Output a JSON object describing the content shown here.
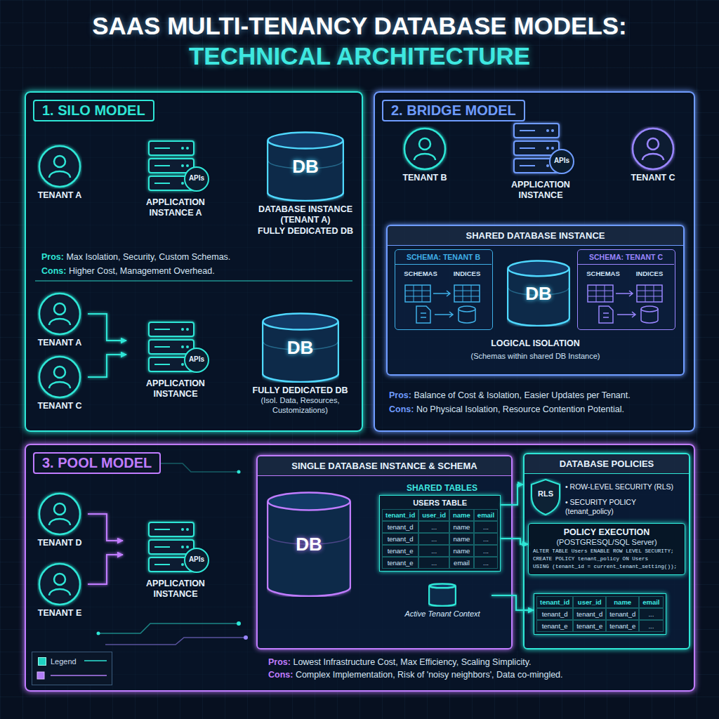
{
  "diagram": {
    "title": "SAAS MULTI-TENANCY DATABASE MODELS: TECHNICAL ARCHITECTURE",
    "nodes": [
      {
        "text": [
          "1. SILO MODEL",
          "Pros: Max Isolation, Security, Custom Schemas.",
          "Cons: Higher Cost, Management Overhead."
        ]
      },
      {
        "text": [
          "TENANT A"
        ],
        "in": 0
      },
      {
        "text": [
          "APIs",
          "APPLICATION INSTANCE A"
        ],
        "in": 0
      },
      {
        "text": [
          "DB",
          "DATABASE INSTANCE (TENANT A)",
          "FULLY DEDICATED DB"
        ],
        "in": 0
      },
      {
        "text": [
          "TENANT A"
        ],
        "in": 0
      },
      {
        "text": [
          "TENANT C"
        ],
        "in": 0
      },
      {
        "text": [
          "APIs",
          "APPLICATION INSTANCE"
        ],
        "in": 0
      },
      {
        "text": [
          "DB",
          "FULLY DEDICATED DB",
          "(Isol. Data, Resources, Customizations)"
        ],
        "in": 0
      },
      {
        "text": [
          "2. BRIDGE MODEL",
          "Pros: Balance of Cost & Isolation, Easier Updates per Tenant.",
          "Cons: No Physical Isolation, Resource Contention Potential."
        ]
      },
      {
        "text": [
          "TENANT B"
        ],
        "in": 8
      },
      {
        "text": [
          "APIs",
          "APPLICATION INSTANCE"
        ],
        "in": 8
      },
      {
        "text": [
          "TENANT C"
        ],
        "in": 8
      },
      {
        "text": [
          "SHARED DATABASE INSTANCE",
          "LOGICAL ISOLATION",
          "(Schemas within shared DB Instance)"
        ],
        "in": 8
      },
      {
        "text": [
          "SCHEMA: TENANT B",
          "SCHEMAS",
          "INDICES"
        ],
        "in": 12
      },
      {
        "text": [
          "DB"
        ],
        "in": 12
      },
      {
        "text": [
          "SCHEMA: TENANT C",
          "SCHEMAS",
          "INDICES"
        ],
        "in": 12
      },
      {
        "text": [
          "3. POOL MODEL",
          "Pros: Lowest Infrastructure Cost, Max Efficiency, Scaling Simplicity.",
          "Cons: Complex Implementation, Risk of 'noisy neighbors', Data co-mingled."
        ]
      },
      {
        "text": [
          "TENANT D"
        ],
        "in": 16
      },
      {
        "text": [
          "TENANT E"
        ],
        "in": 16
      },
      {
        "text": [
          "APIs",
          "APPLICATION INSTANCE"
        ],
        "in": 16
      },
      {
        "text": [
          "SINGLE DATABASE INSTANCE & SCHEMA",
          "SHARED TABLES"
        ],
        "in": 16
      },
      {
        "text": [
          "DB"
        ],
        "in": 20
      },
      {
        "text": [
          "USERS TABLE",
          "tenant_id",
          "user_id",
          "name",
          "email",
          "tenant_d",
          "...",
          "name",
          "...",
          "tenant_d",
          "...",
          "name",
          "...",
          "tenant_e",
          "...",
          "name",
          "...",
          "tenant_e",
          "...",
          "email",
          "..."
        ],
        "in": 20
      },
      {
        "text": [
          "Active Tenant Context"
        ],
        "in": 20
      },
      {
        "text": [
          "DATABASE POLICIES",
          "RLS",
          "• ROW-LEVEL SECURITY (RLS)",
          "• SECURITY POLICY (tenant_policy)"
        ],
        "in": 16
      },
      {
        "text": [
          "POLICY EXECUTION",
          "(POSTGRESQL/SQL Server)",
          "ALTER TABLE Users ENABLE ROW LEVEL SECURITY;",
          "CREATE POLICY tenant_policy ON Users",
          "USING (tenant_id = current_tenant_setting());"
        ],
        "in": 24
      },
      {
        "text": [
          "tenant_id",
          "user_id",
          "name",
          "email",
          "tenant_d",
          "tenant_d",
          "tenant_d",
          "...",
          "tenant_e",
          "tenant_e",
          "tenant_e",
          "..."
        ],
        "in": 24
      }
    ],
    "edges": [
      {
        "from": 1,
        "to": 2,
        "arrow": "to"
      },
      {
        "from": 2,
        "to": 3,
        "arrow": "to"
      },
      {
        "from": 4,
        "to": 6,
        "arrow": "to"
      },
      {
        "from": 5,
        "to": 6,
        "arrow": "to"
      },
      {
        "from": 6,
        "to": 7,
        "arrow": "both"
      },
      {
        "from": 9,
        "to": 10,
        "arrow": "to"
      },
      {
        "from": 11,
        "to": 10,
        "arrow": "to"
      },
      {
        "from": 9,
        "to": 12,
        "arrow": "to"
      },
      {
        "from": 10,
        "to": 12,
        "arrow": "to"
      },
      {
        "from": 11,
        "to": 12,
        "arrow": "to"
      },
      {
        "from": 13,
        "to": 14,
        "arrow": "to"
      },
      {
        "from": 15,
        "to": 14,
        "arrow": "to"
      },
      {
        "from": 17,
        "to": 19,
        "arrow": "to"
      },
      {
        "from": 18,
        "to": 19,
        "arrow": "to"
      },
      {
        "from": 19,
        "to": 21,
        "arrow": "to"
      },
      {
        "from": 21,
        "to": 22,
        "arrow": "to"
      },
      {
        "from": 22,
        "to": 23,
        "arrow": "to"
      },
      {
        "from": 22,
        "to": 24,
        "arrow": "to"
      },
      {
        "from": 22,
        "to": 25,
        "arrow": "to"
      },
      {
        "from": 23,
        "to": 26,
        "arrow": "to"
      }
    ],
    "legend": [
      {
        "text": "Legend",
        "color": "#1fd1c1"
      }
    ]
  }
}
